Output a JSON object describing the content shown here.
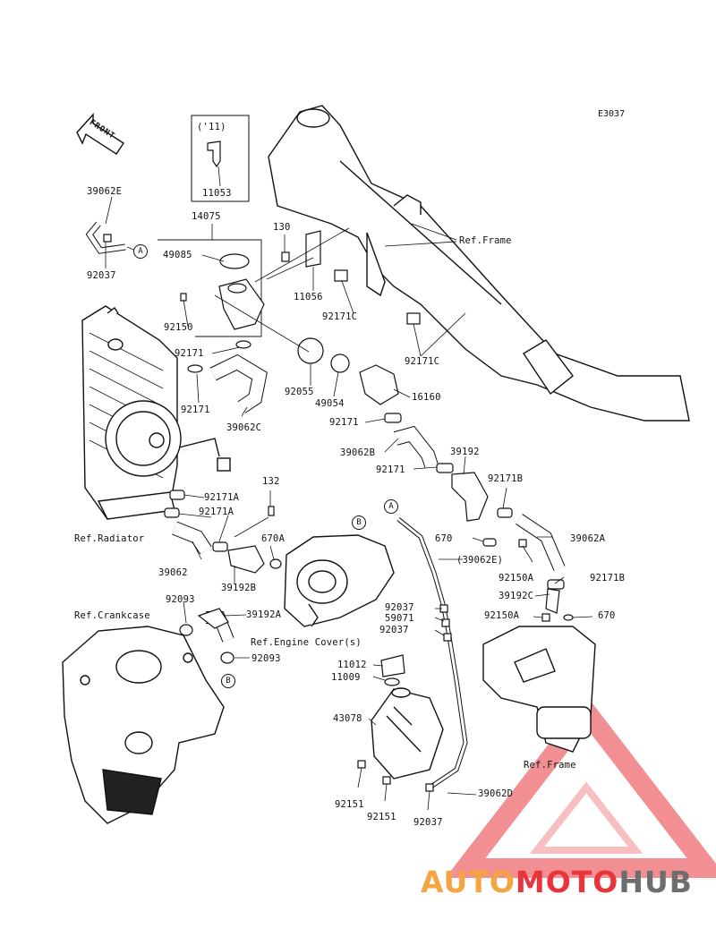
{
  "figure_code": "E3037",
  "front_label": "FRONT",
  "watermark": {
    "part1": "AUTO",
    "part2": "MOTO",
    "part3": "HUB",
    "colors": {
      "auto": "#f5a43f",
      "moto": "#e8343a",
      "hub": "#6d6e70"
    }
  },
  "callouts": {
    "a": "A",
    "b": "B"
  },
  "inset": {
    "year": "('11)",
    "part": "11053"
  },
  "parts": {
    "p39062e": "39062E",
    "p92037a": "92037",
    "p14075": "14075",
    "p49085": "49085",
    "p130": "130",
    "p11056": "11056",
    "p92150": "92150",
    "p92171a": "92171",
    "p92171b": "92171",
    "p92171c1": "92171C",
    "p92171c2": "92171C",
    "p92055": "92055",
    "p49054": "49054",
    "p16160": "16160",
    "p92171c3": "92171",
    "p39062b": "39062B",
    "p39192": "39192",
    "p92171d": "92171",
    "p92171b2": "92171B",
    "p39062c": "39062C",
    "p92171a2": "92171A",
    "p92171a3": "92171A",
    "p132": "132",
    "p670a": "670A",
    "p670a2": "670",
    "p39062a": "39062A",
    "p39062e2": "(39062E)",
    "p92150a": "92150A",
    "p92171b3": "92171B",
    "p39192c": "39192C",
    "p92150a2": "92150A",
    "p670b": "670",
    "p39062": "39062",
    "p39192b": "39192B",
    "p92093a": "92093",
    "p39192a": "39192A",
    "p92093b": "92093",
    "p92037b": "92037",
    "p59071": "59071",
    "p92037c": "92037",
    "p11012": "11012",
    "p11009": "11009",
    "p43078": "43078",
    "p92151a": "92151",
    "p92151b": "92151",
    "p92037d": "92037",
    "p39062d": "39062D"
  },
  "refs": {
    "frame": "Ref.Frame",
    "radiator": "Ref.Radiator",
    "crankcase": "Ref.Crankcase",
    "engine_cover": "Ref.Engine Cover(s)",
    "frame2": "Ref.Frame"
  }
}
